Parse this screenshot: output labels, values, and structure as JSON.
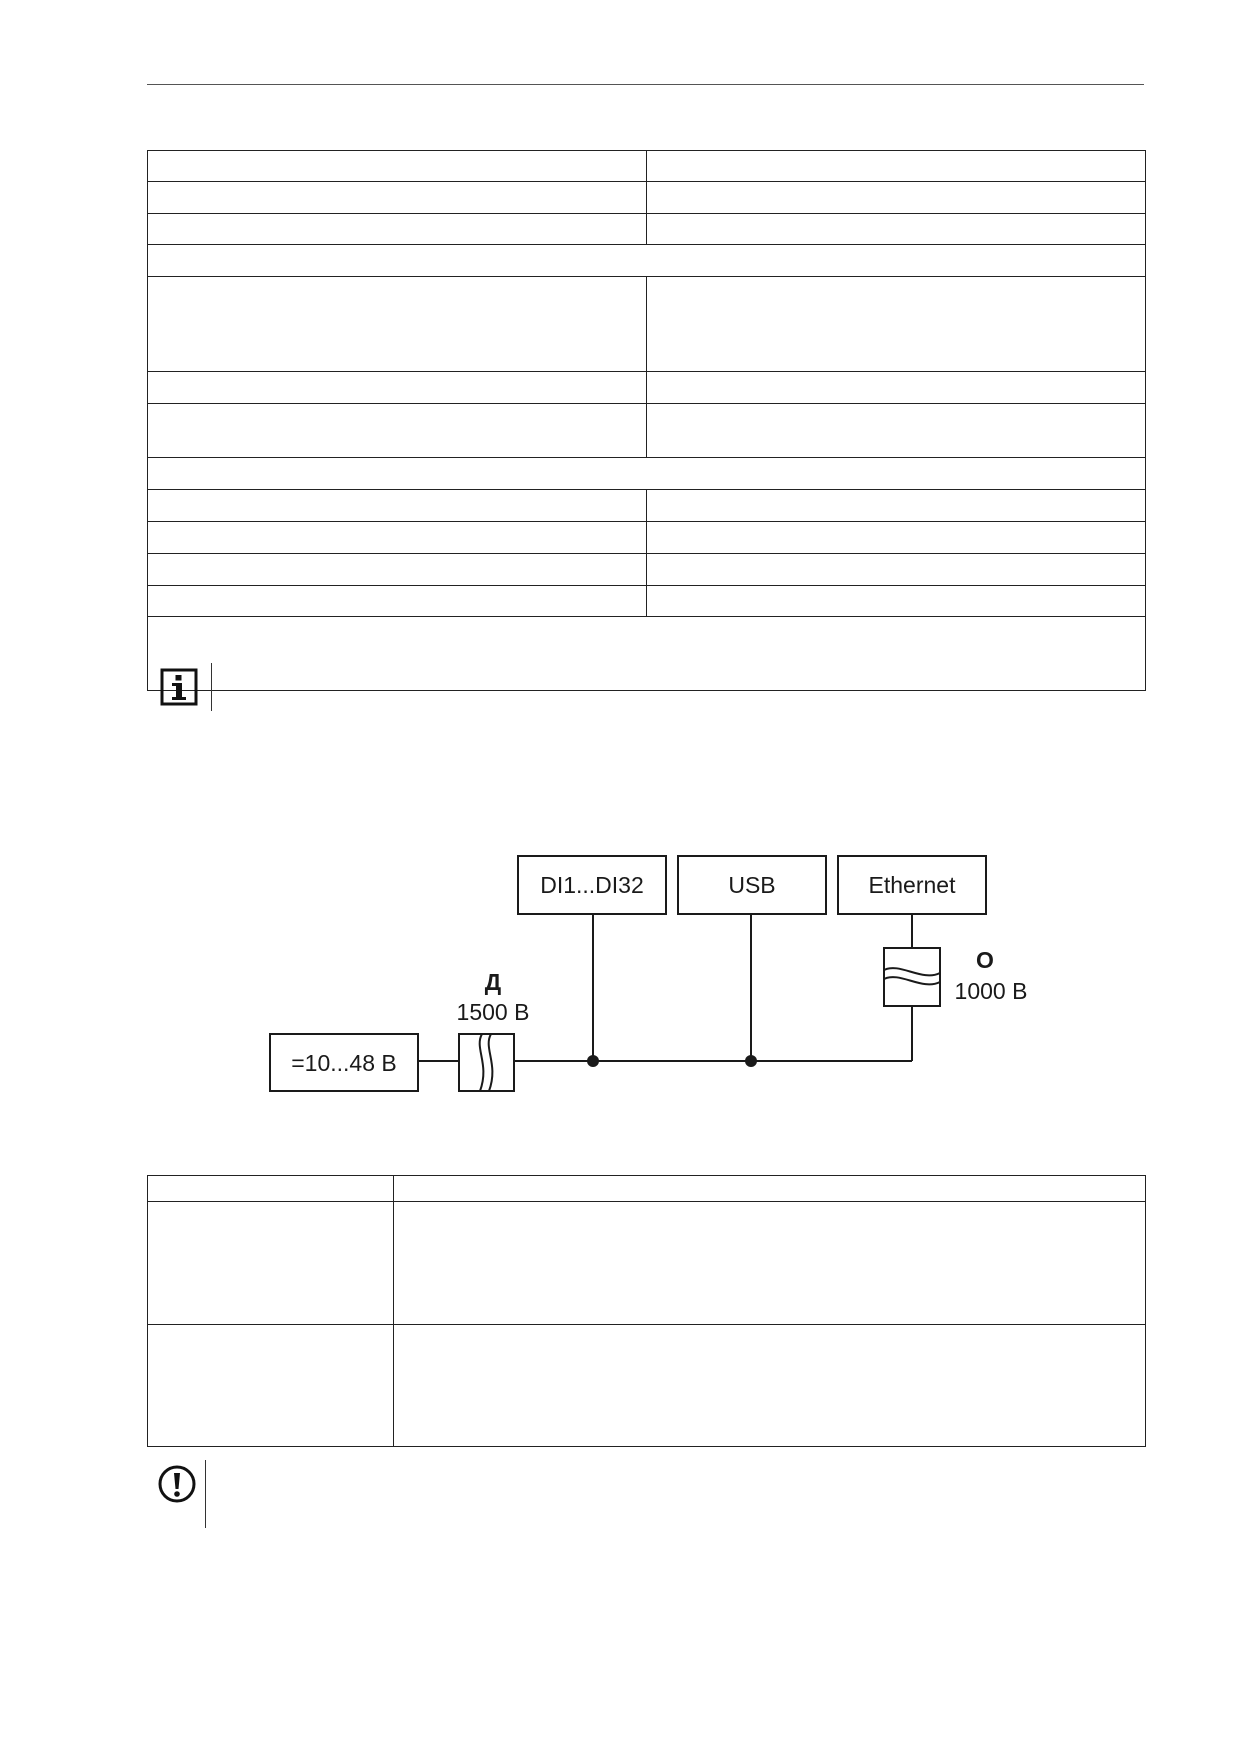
{
  "diagram": {
    "blocks": {
      "inputs": "DI1...DI32",
      "usb": "USB",
      "ethernet": "Ethernet",
      "power": "=10...48 В"
    },
    "isolation_power": {
      "type": "Д",
      "voltage": "1500 В"
    },
    "isolation_ethernet": {
      "type": "О",
      "voltage": "1000 В"
    }
  },
  "icons": {
    "info": "info-icon",
    "warning": "exclamation-icon"
  },
  "colors": {
    "lines": "#1a1a1a",
    "background": "#ffffff"
  }
}
